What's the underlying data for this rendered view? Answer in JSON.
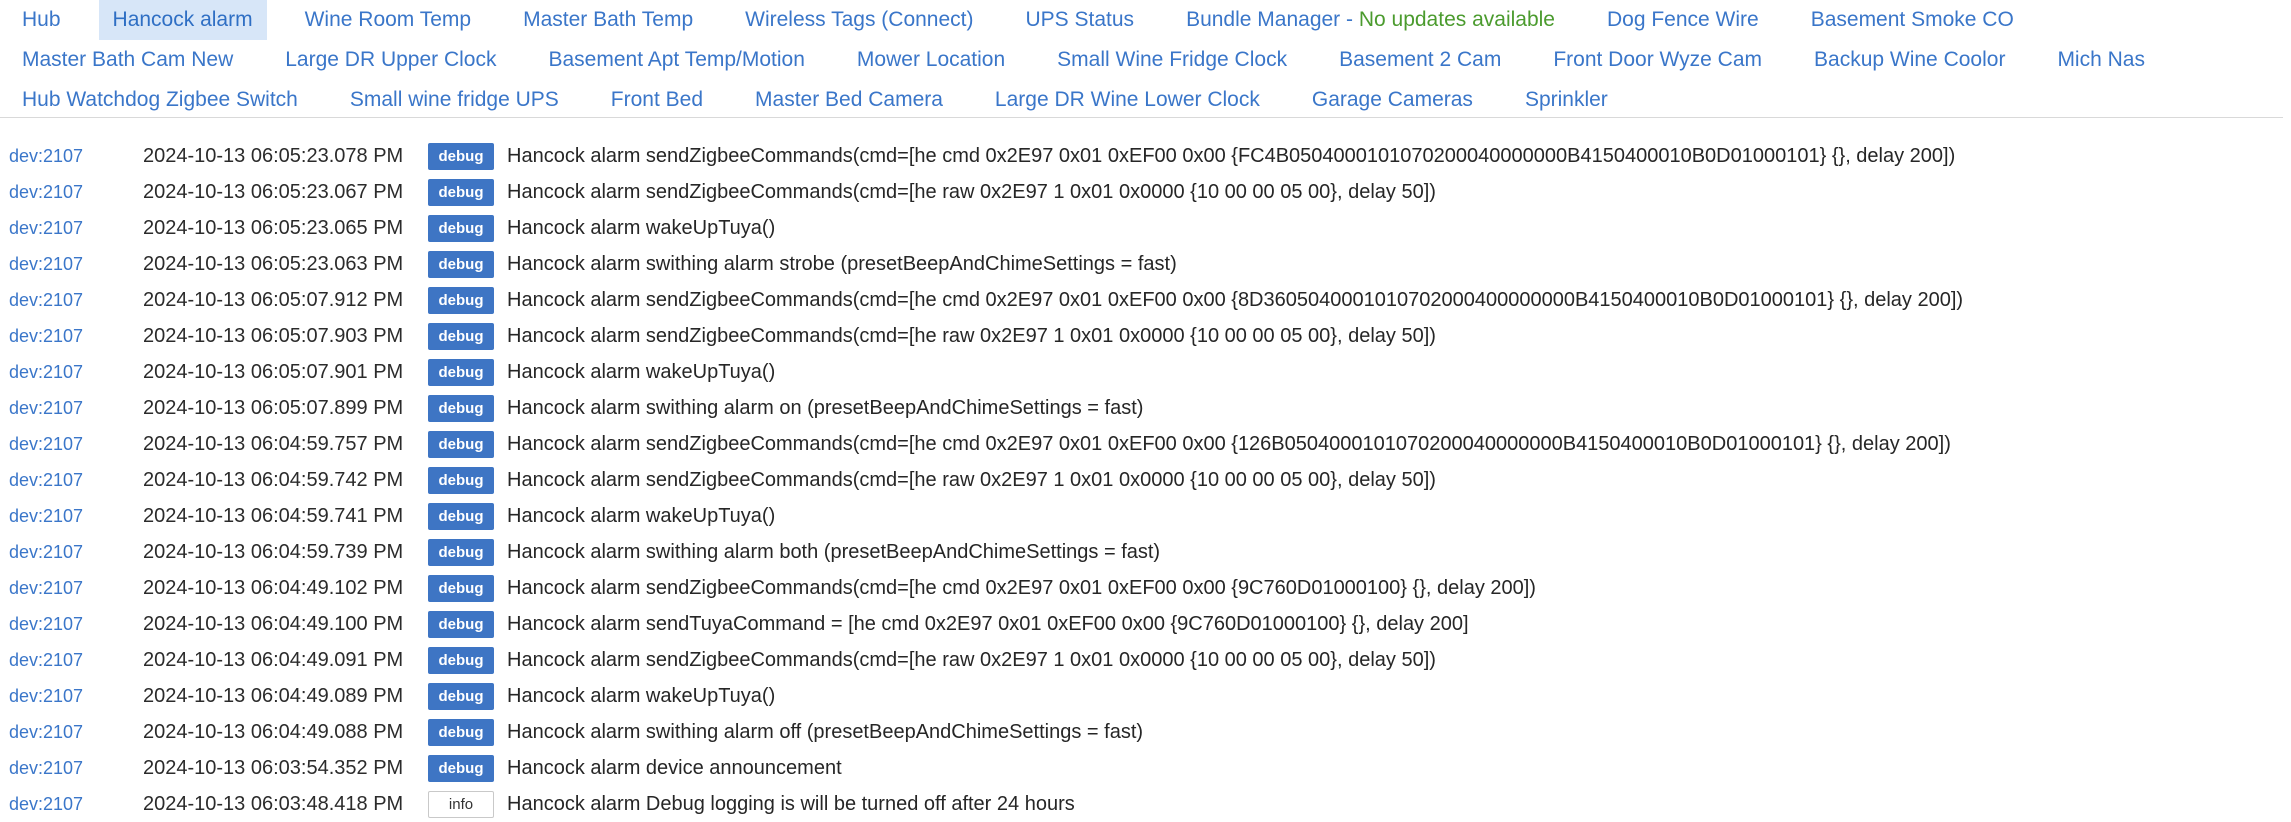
{
  "tabs": [
    {
      "label": "Hub",
      "active": false
    },
    {
      "label": "Hancock alarm",
      "active": true
    },
    {
      "label": "Wine Room Temp",
      "active": false
    },
    {
      "label": "Master Bath Temp",
      "active": false
    },
    {
      "label": "Wireless Tags (Connect)",
      "active": false
    },
    {
      "label": "UPS Status",
      "active": false
    },
    {
      "label": "Bundle Manager - ",
      "status": "No updates available",
      "active": false
    },
    {
      "label": "Dog Fence Wire",
      "active": false
    },
    {
      "label": "Basement Smoke CO",
      "active": false
    },
    {
      "label": "Master Bath Cam New",
      "active": false
    },
    {
      "label": "Large DR Upper Clock",
      "active": false
    },
    {
      "label": "Basement Apt Temp/Motion",
      "active": false
    },
    {
      "label": "Mower Location",
      "active": false
    },
    {
      "label": "Small Wine Fridge Clock",
      "active": false
    },
    {
      "label": "Basement 2 Cam",
      "active": false
    },
    {
      "label": "Front Door Wyze Cam",
      "active": false
    },
    {
      "label": "Backup Wine Coolor",
      "active": false
    },
    {
      "label": "Mich Nas",
      "active": false
    },
    {
      "label": "Hub Watchdog Zigbee Switch",
      "active": false
    },
    {
      "label": "Small wine fridge UPS",
      "active": false
    },
    {
      "label": "Front Bed",
      "active": false
    },
    {
      "label": "Master Bed Camera",
      "active": false
    },
    {
      "label": "Large DR Wine Lower Clock",
      "active": false
    },
    {
      "label": "Garage Cameras",
      "active": false
    },
    {
      "label": "Sprinkler",
      "active": false
    }
  ],
  "logs": [
    {
      "dev": "dev:2107",
      "time": "2024-10-13 06:05:23.078 PM",
      "level": "debug",
      "msg": "Hancock alarm sendZigbeeCommands(cmd=[he cmd 0x2E97 0x01 0xEF00 0x00 {FC4B0504000101070200040000000B4150400010B0D01000101} {}, delay 200])"
    },
    {
      "dev": "dev:2107",
      "time": "2024-10-13 06:05:23.067 PM",
      "level": "debug",
      "msg": "Hancock alarm sendZigbeeCommands(cmd=[he raw 0x2E97 1 0x01 0x0000 {10 00 00 05 00}, delay 50])"
    },
    {
      "dev": "dev:2107",
      "time": "2024-10-13 06:05:23.065 PM",
      "level": "debug",
      "msg": "Hancock alarm wakeUpTuya()"
    },
    {
      "dev": "dev:2107",
      "time": "2024-10-13 06:05:23.063 PM",
      "level": "debug",
      "msg": "Hancock alarm swithing alarm strobe (presetBeepAndChimeSettings = fast)"
    },
    {
      "dev": "dev:2107",
      "time": "2024-10-13 06:05:07.912 PM",
      "level": "debug",
      "msg": "Hancock alarm sendZigbeeCommands(cmd=[he cmd 0x2E97 0x01 0xEF00 0x00 {8D3605040001010702000400000000B4150400010B0D01000101} {}, delay 200])"
    },
    {
      "dev": "dev:2107",
      "time": "2024-10-13 06:05:07.903 PM",
      "level": "debug",
      "msg": "Hancock alarm sendZigbeeCommands(cmd=[he raw 0x2E97 1 0x01 0x0000 {10 00 00 05 00}, delay 50])"
    },
    {
      "dev": "dev:2107",
      "time": "2024-10-13 06:05:07.901 PM",
      "level": "debug",
      "msg": "Hancock alarm wakeUpTuya()"
    },
    {
      "dev": "dev:2107",
      "time": "2024-10-13 06:05:07.899 PM",
      "level": "debug",
      "msg": "Hancock alarm swithing alarm on (presetBeepAndChimeSettings = fast)"
    },
    {
      "dev": "dev:2107",
      "time": "2024-10-13 06:04:59.757 PM",
      "level": "debug",
      "msg": "Hancock alarm sendZigbeeCommands(cmd=[he cmd 0x2E97 0x01 0xEF00 0x00 {126B0504000101070200040000000B4150400010B0D01000101} {}, delay 200])"
    },
    {
      "dev": "dev:2107",
      "time": "2024-10-13 06:04:59.742 PM",
      "level": "debug",
      "msg": "Hancock alarm sendZigbeeCommands(cmd=[he raw 0x2E97 1 0x01 0x0000 {10 00 00 05 00}, delay 50])"
    },
    {
      "dev": "dev:2107",
      "time": "2024-10-13 06:04:59.741 PM",
      "level": "debug",
      "msg": "Hancock alarm wakeUpTuya()"
    },
    {
      "dev": "dev:2107",
      "time": "2024-10-13 06:04:59.739 PM",
      "level": "debug",
      "msg": "Hancock alarm swithing alarm both (presetBeepAndChimeSettings = fast)"
    },
    {
      "dev": "dev:2107",
      "time": "2024-10-13 06:04:49.102 PM",
      "level": "debug",
      "msg": "Hancock alarm sendZigbeeCommands(cmd=[he cmd 0x2E97 0x01 0xEF00 0x00 {9C760D01000100} {}, delay 200])"
    },
    {
      "dev": "dev:2107",
      "time": "2024-10-13 06:04:49.100 PM",
      "level": "debug",
      "msg": "Hancock alarm sendTuyaCommand = [he cmd 0x2E97 0x01 0xEF00 0x00 {9C760D01000100} {}, delay 200]"
    },
    {
      "dev": "dev:2107",
      "time": "2024-10-13 06:04:49.091 PM",
      "level": "debug",
      "msg": "Hancock alarm sendZigbeeCommands(cmd=[he raw 0x2E97 1 0x01 0x0000 {10 00 00 05 00}, delay 50])"
    },
    {
      "dev": "dev:2107",
      "time": "2024-10-13 06:04:49.089 PM",
      "level": "debug",
      "msg": "Hancock alarm wakeUpTuya()"
    },
    {
      "dev": "dev:2107",
      "time": "2024-10-13 06:04:49.088 PM",
      "level": "debug",
      "msg": "Hancock alarm swithing alarm off (presetBeepAndChimeSettings = fast)"
    },
    {
      "dev": "dev:2107",
      "time": "2024-10-13 06:03:54.352 PM",
      "level": "debug",
      "msg": "Hancock alarm device announcement"
    },
    {
      "dev": "dev:2107",
      "time": "2024-10-13 06:03:48.418 PM",
      "level": "info",
      "msg": "Hancock alarm Debug logging is will be turned off after 24 hours"
    }
  ]
}
